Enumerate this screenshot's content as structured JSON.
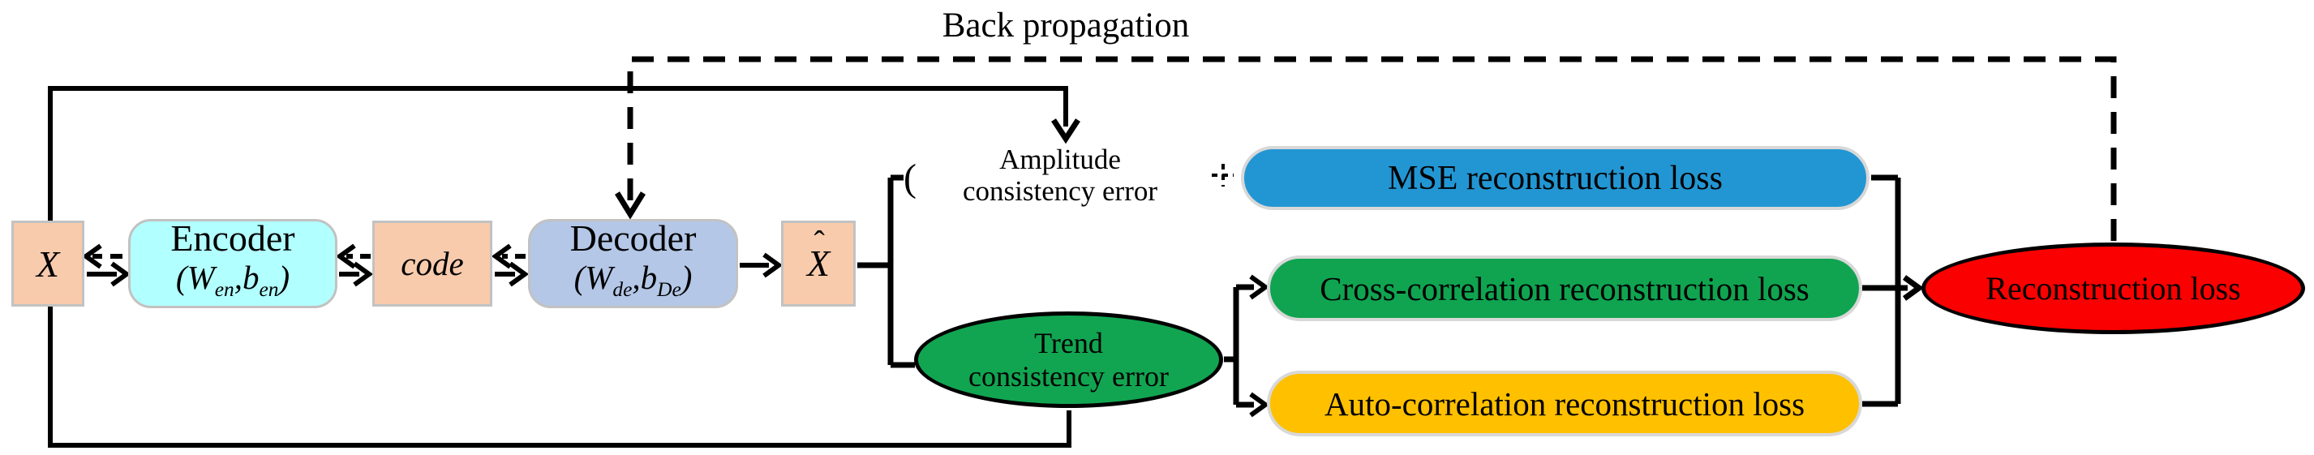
{
  "diagram": {
    "back_propagation_label": "Back propagation",
    "input": {
      "label": "X"
    },
    "encoder": {
      "title": "Encoder",
      "open_paren": "(",
      "weight": "W",
      "weight_sub": "en",
      "separator": ",",
      "bias": "b",
      "bias_sub": "en",
      "close_paren": ")"
    },
    "code": {
      "label": "code"
    },
    "decoder": {
      "title": "Decoder",
      "open_paren": "(",
      "weight": "W",
      "weight_sub": "de",
      "separator": ",",
      "bias": "b",
      "bias_sub": "De",
      "close_paren": ")"
    },
    "output": {
      "label": "X",
      "hat": "ˆ"
    },
    "amplitude_error": {
      "paren": "(",
      "line1": "Amplitude",
      "line2": "consistency error"
    },
    "trend_error": {
      "line1": "Trend",
      "line2": "consistency error",
      "color": "#12A551"
    },
    "losses": {
      "mse": {
        "label": "MSE reconstruction loss",
        "color": "#2296D3"
      },
      "cross": {
        "label": "Cross-correlation reconstruction loss",
        "color": "#10A450"
      },
      "auto": {
        "label": "Auto-correlation reconstruction loss",
        "color": "#FFC000"
      },
      "total": {
        "label": "Reconstruction loss",
        "color": "#FA0000"
      }
    },
    "node_colors": {
      "input": "#F8CBAD",
      "encoder": "#B2FFFF",
      "code": "#F8CBAD",
      "decoder": "#B4C7E7",
      "output": "#F8CBAD"
    },
    "palette": {
      "line": "#000000",
      "shadow_dots": "#2F9EDD",
      "box_border": "#C2C2C2",
      "pill_border": "#D8D8D8"
    }
  }
}
